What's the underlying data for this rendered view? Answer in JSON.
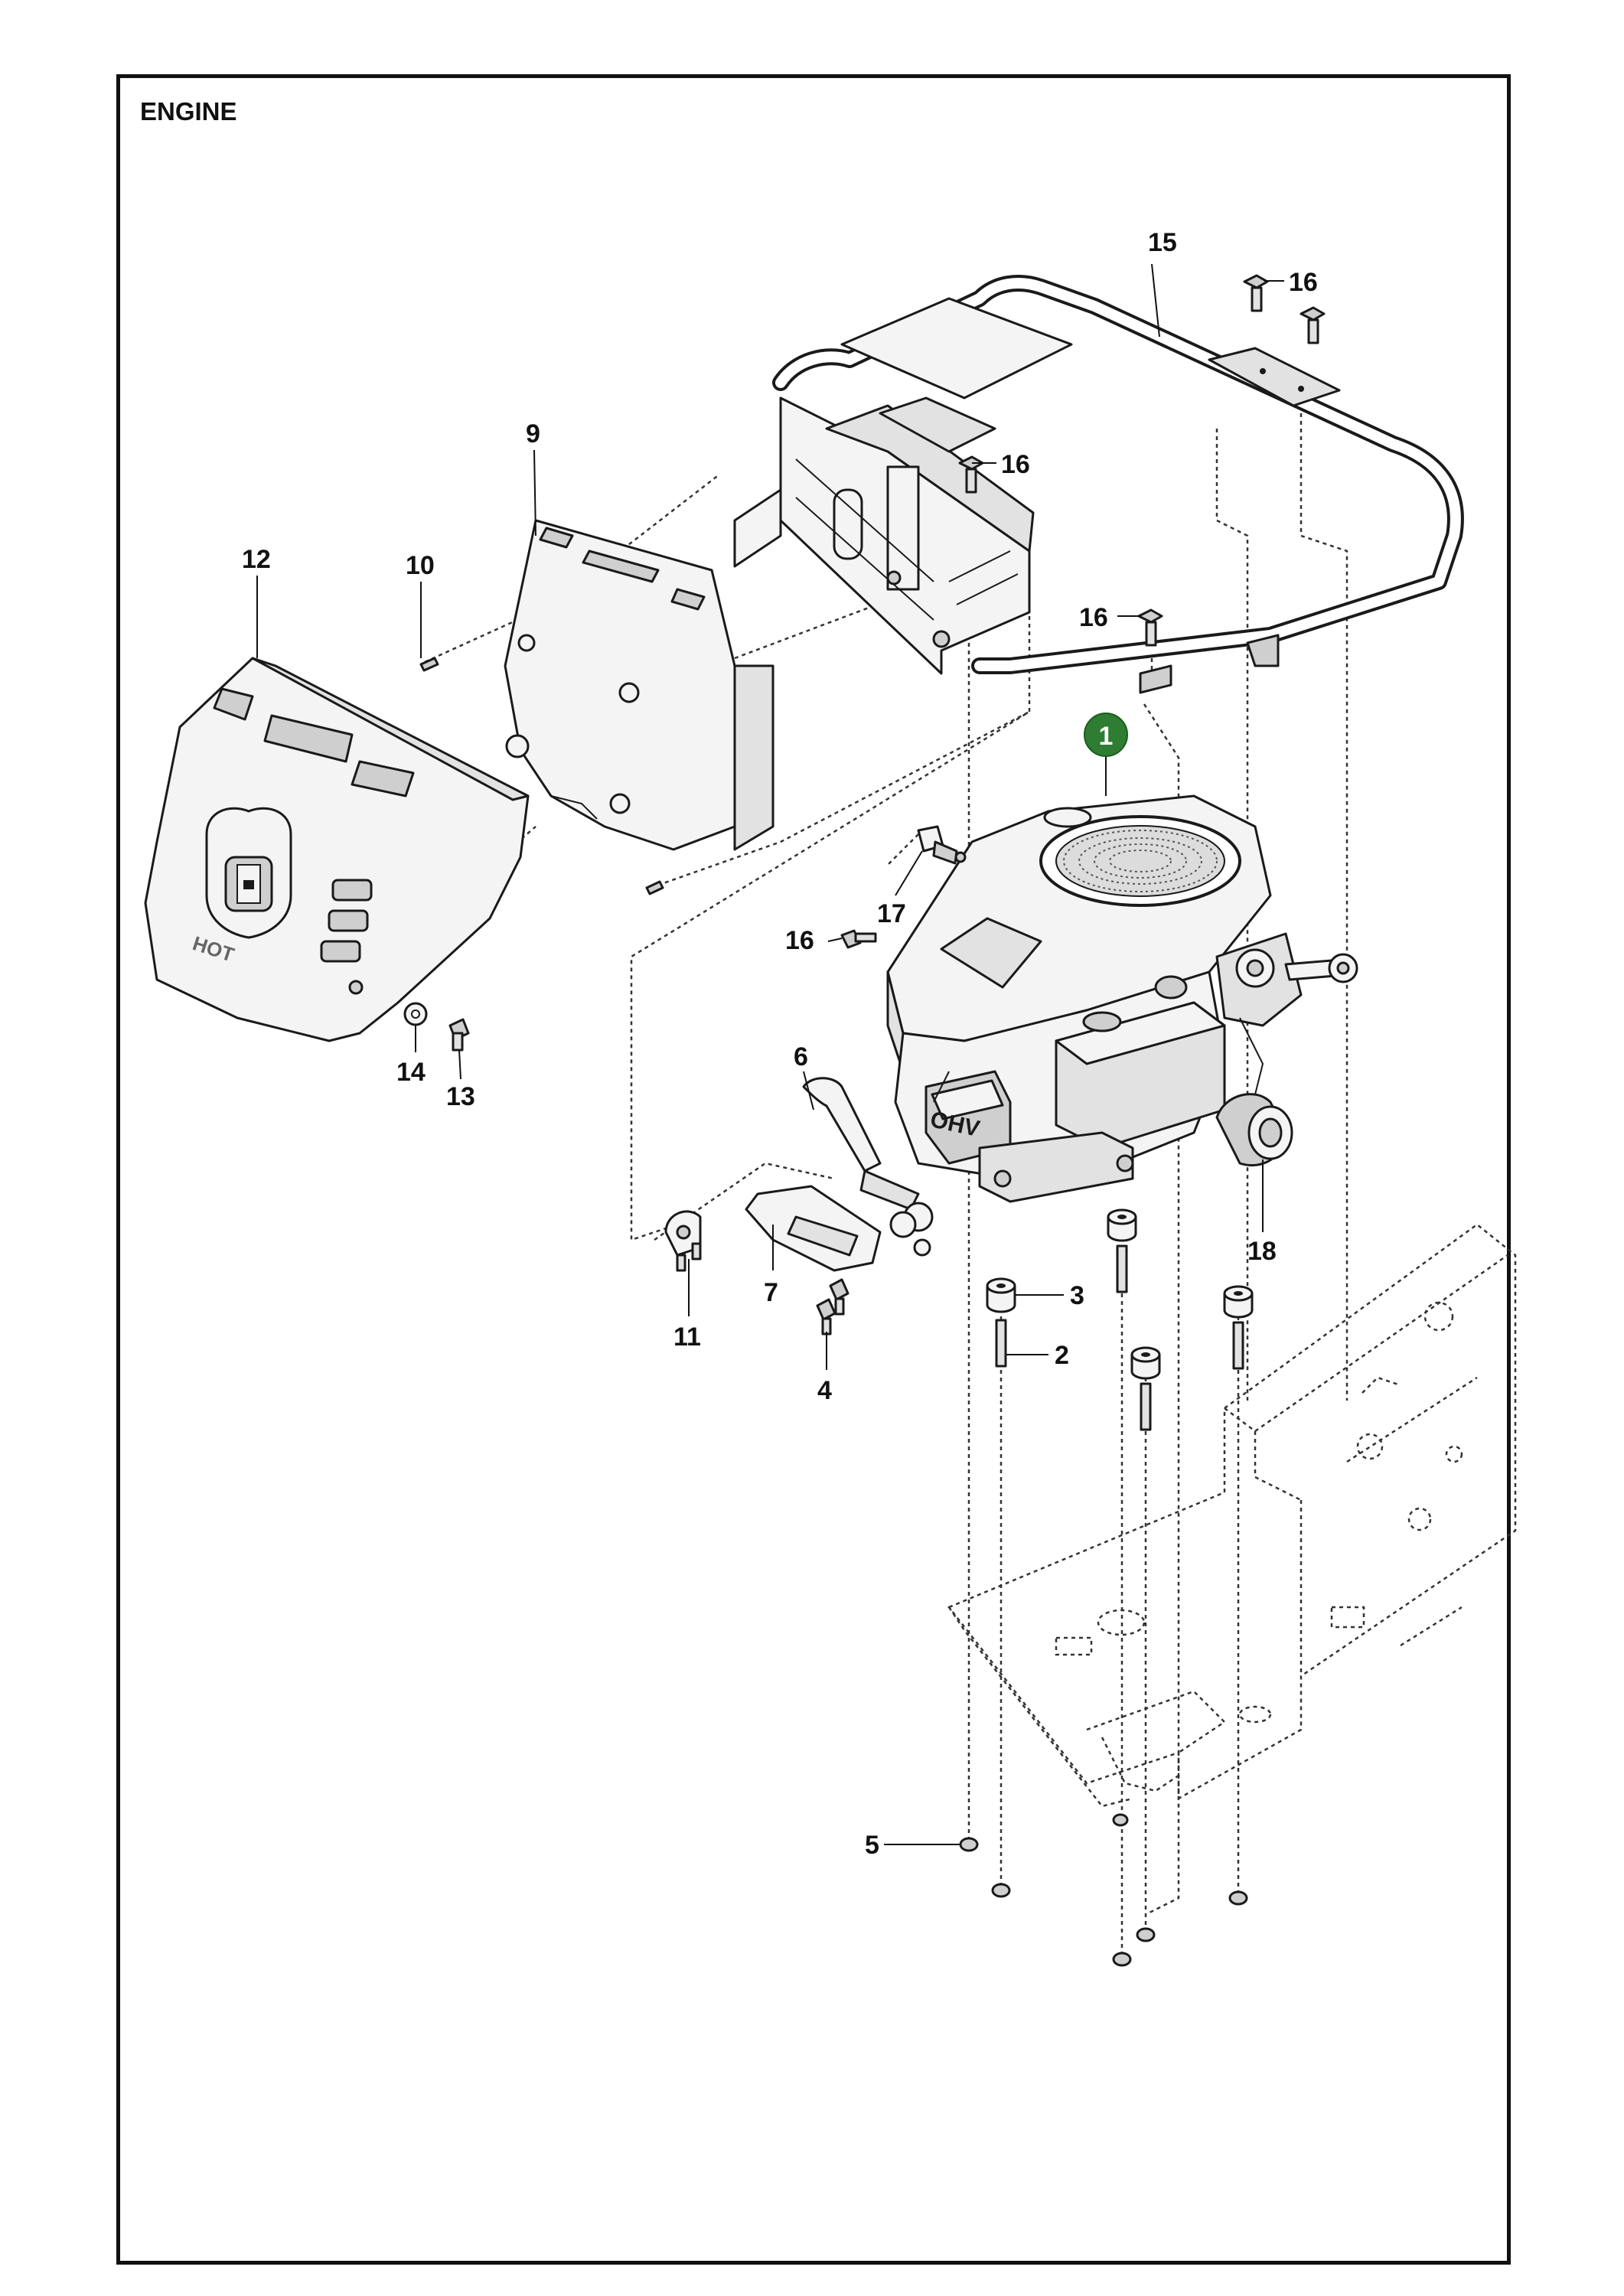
{
  "page": {
    "section_title": "ENGINE"
  },
  "highlight": {
    "label": "1",
    "color": "#2e7d32"
  },
  "callouts": [
    {
      "id": "c15",
      "label": "15"
    },
    {
      "id": "c16a",
      "label": "16"
    },
    {
      "id": "c16b",
      "label": "16"
    },
    {
      "id": "c16c",
      "label": "16"
    },
    {
      "id": "c16d",
      "label": "16"
    },
    {
      "id": "c9",
      "label": "9"
    },
    {
      "id": "c12",
      "label": "12"
    },
    {
      "id": "c10",
      "label": "10"
    },
    {
      "id": "c17",
      "label": "17"
    },
    {
      "id": "c14",
      "label": "14"
    },
    {
      "id": "c13",
      "label": "13"
    },
    {
      "id": "c6",
      "label": "6"
    },
    {
      "id": "c18",
      "label": "18"
    },
    {
      "id": "c3",
      "label": "3"
    },
    {
      "id": "c2",
      "label": "2"
    },
    {
      "id": "c7",
      "label": "7"
    },
    {
      "id": "c11",
      "label": "11"
    },
    {
      "id": "c4",
      "label": "4"
    },
    {
      "id": "c5",
      "label": "5"
    }
  ],
  "engine_marking": "OHV",
  "cover_marking": "HOT"
}
